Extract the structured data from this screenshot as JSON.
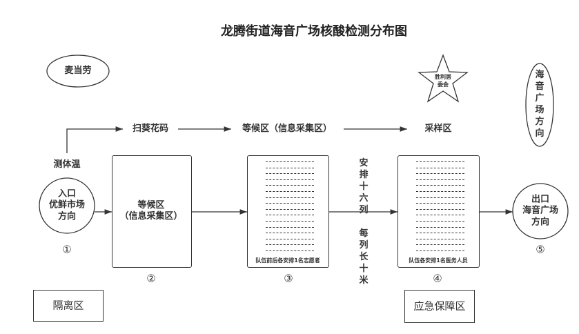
{
  "title": "龙腾街道海音广场核酸检测分布图",
  "landmarks": {
    "mcdonalds": "麦当劳",
    "residents_committee": "胜利居委会",
    "haiyin_direction": "海音广场方向"
  },
  "flow_top": {
    "temp_check": "测体温",
    "scan_code": "扫葵花码",
    "waiting_area": "等候区（信息采集区）",
    "sampling_area": "采样区"
  },
  "nodes": {
    "entrance": {
      "line1": "入口",
      "line2": "优鲜市场",
      "line3": "方向",
      "number": "①"
    },
    "waiting": {
      "line1": "等候区",
      "line2": "（信息采集区）",
      "number": "②"
    },
    "queue": {
      "caption": "队伍前后各安排1名志愿者",
      "number": "③",
      "rows": 16
    },
    "sampling": {
      "caption": "队伍各安排1名医务人员",
      "number": "④",
      "rows": 16
    },
    "exit": {
      "line1": "出口",
      "line2": "海音广场",
      "line3": "方向",
      "number": "⑤"
    }
  },
  "notes": {
    "columns": "安排十六列",
    "length": "每列长十米"
  },
  "zones": {
    "isolation": "隔离区",
    "emergency": "应急保障区"
  }
}
